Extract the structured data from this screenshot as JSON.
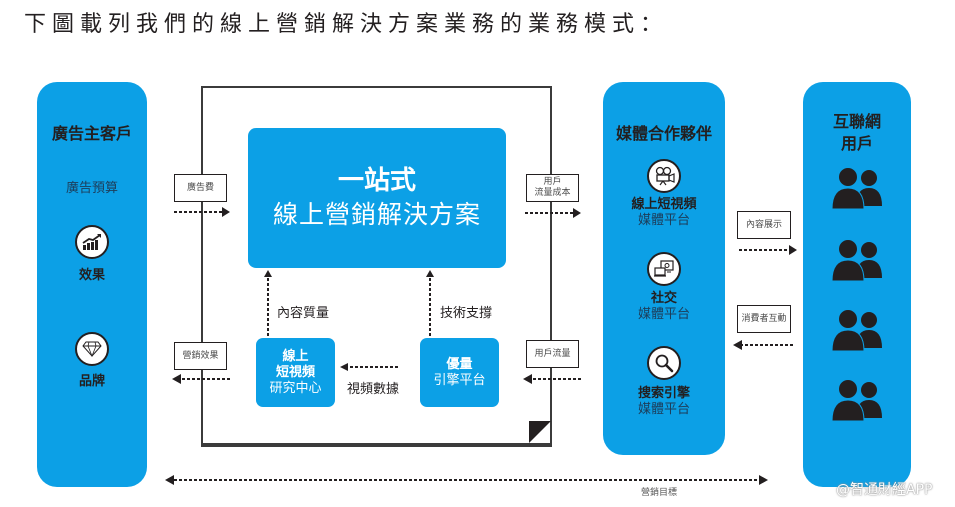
{
  "title": "下圖載列我們的線上營銷解決方案業務的業務模式：",
  "colors": {
    "blue": "#0ca0e6",
    "dark": "#231f20"
  },
  "advertiser_column": {
    "title": "廣告主客戶",
    "budget": "廣告預算",
    "items": [
      {
        "icon": "chart-growth-icon",
        "label": "效果"
      },
      {
        "icon": "diamond-icon",
        "label": "品牌"
      }
    ]
  },
  "flows_left": {
    "top_tag": "廣告費",
    "bottom_tag": "營銷效果"
  },
  "center": {
    "main_line1": "一站式",
    "main_line2": "線上營銷解決方案",
    "research_center": {
      "line1": "線上",
      "line2": "短視頻",
      "line3": "研究中心"
    },
    "engine": {
      "line1": "優量",
      "line2": "引擎平台"
    },
    "content_quality": "內容質量",
    "tech_support": "技術支撐",
    "video_data": "視頻數據"
  },
  "flows_right": {
    "top_tag_line1": "用戶",
    "top_tag_line2": "流量成本",
    "bottom_tag": "用戶流量"
  },
  "media_column": {
    "title": "媒體合作夥伴",
    "items": [
      {
        "icon": "video-camera-icon",
        "bold": "線上短視頻",
        "light": "媒體平台"
      },
      {
        "icon": "social-computer-icon",
        "bold": "社交",
        "light": "媒體平台"
      },
      {
        "icon": "search-icon",
        "bold": "搜索引擎",
        "light": "媒體平台"
      }
    ]
  },
  "flows_users": {
    "top_tag": "內容展示",
    "bottom_tag": "消費者互動"
  },
  "users_column": {
    "title_line1": "互聯網",
    "title_line2": "用戶",
    "icons": [
      "users-icon",
      "users-icon",
      "users-icon",
      "users-icon"
    ]
  },
  "bottom": {
    "label": "營銷目標"
  },
  "watermark": "@智通財經APP"
}
